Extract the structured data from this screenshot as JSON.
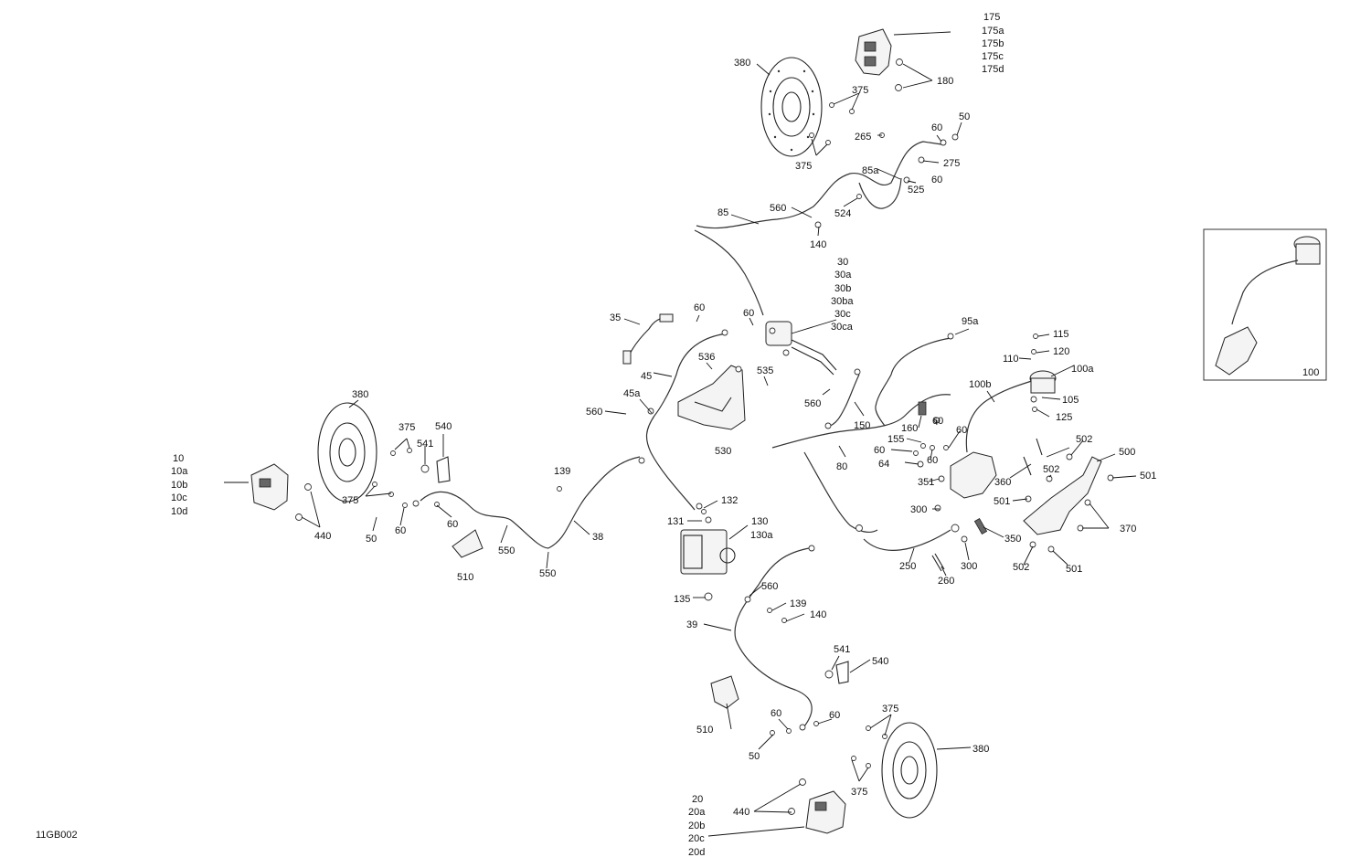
{
  "drawing_id": "11GB002",
  "callouts": {
    "front_right_caliper": [
      "175",
      "175a",
      "175b",
      "175c",
      "175d"
    ],
    "front_left_caliper": [
      "10",
      "10a",
      "10b",
      "10c",
      "10d"
    ],
    "rear_caliper": [
      "20",
      "20a",
      "20b",
      "20c",
      "20d"
    ],
    "master_cylinder": [
      "30",
      "30a",
      "30b",
      "30ba",
      "30c",
      "30ca"
    ],
    "abs_module": [
      "130",
      "130a"
    ],
    "disc_top": "380",
    "disc_left": "380",
    "disc_bottom": "380",
    "bolt_180": "180",
    "screw_375_top_a": "375",
    "screw_375_top_b": "375",
    "screw_375_left_a": "375",
    "screw_375_left_b": "375",
    "screw_375_bottom_a": "375",
    "screw_375_bottom_b": "375",
    "bolt_265": "265",
    "washer_60_top_a": "60",
    "banjo_50_top": "50",
    "clip_275": "275",
    "washer_60_top_b": "60",
    "hose_85a": "85a",
    "clip_525": "525",
    "clip_524": "524",
    "hose_85": "85",
    "clamp_560_top": "560",
    "grommet_140_top": "140",
    "sensor_35": "35",
    "washer_60_mid_a": "60",
    "washer_60_mid_b": "60",
    "hose_45": "45",
    "clip_45a": "45a",
    "clamp_560_mid": "560",
    "bracket_530": "530",
    "nut_536": "536",
    "clip_535": "535",
    "clamp_560_mid_b": "560",
    "hose_150": "150",
    "hose_95a": "95a",
    "hose_80": "80",
    "switch_160": "160",
    "bolt_155": "155",
    "washer_60_right_a": "60",
    "washer_60_right_b": "60",
    "washer_60_right_c": "60",
    "washer_60_right_d": "60",
    "screw_64": "64",
    "nut_351": "351",
    "screw_115": "115",
    "washer_120": "120",
    "bolt_110": "110",
    "hose_100b": "100b",
    "reservoir_100a": "100a",
    "cap_105": "105",
    "clip_125": "125",
    "inset_100": "100",
    "pedal_500": "500",
    "nut_502_a": "502",
    "nut_502_b": "502",
    "nut_502_c": "502",
    "screw_501_a": "501",
    "screw_501_b": "501",
    "screw_501_c": "501",
    "bolt_360": "360",
    "nut_370": "370",
    "pin_350": "350",
    "clip_300_a": "300",
    "clip_300_b": "300",
    "hose_250": "250",
    "spring_260": "260",
    "bolt_132": "132",
    "bolt_131": "131",
    "grommet_135": "135",
    "grommet_139_mid": "139",
    "grommet_139_low": "139",
    "grommet_140_low": "140",
    "hose_38": "38",
    "hose_39": "39",
    "clamp_560_low": "560",
    "clip_541_left": "541",
    "clip_540_left": "540",
    "clip_541_low": "541",
    "clip_540_low": "540",
    "bracket_510_left": "510",
    "bracket_510_low": "510",
    "clamp_550_a": "550",
    "clamp_550_b": "550",
    "banjo_50_left": "50",
    "washer_60_left_a": "60",
    "washer_60_left_b": "60",
    "bolt_440_left": "440",
    "washer_60_low_a": "60",
    "washer_60_low_b": "60",
    "banjo_50_low": "50",
    "bolt_440_low": "440"
  }
}
